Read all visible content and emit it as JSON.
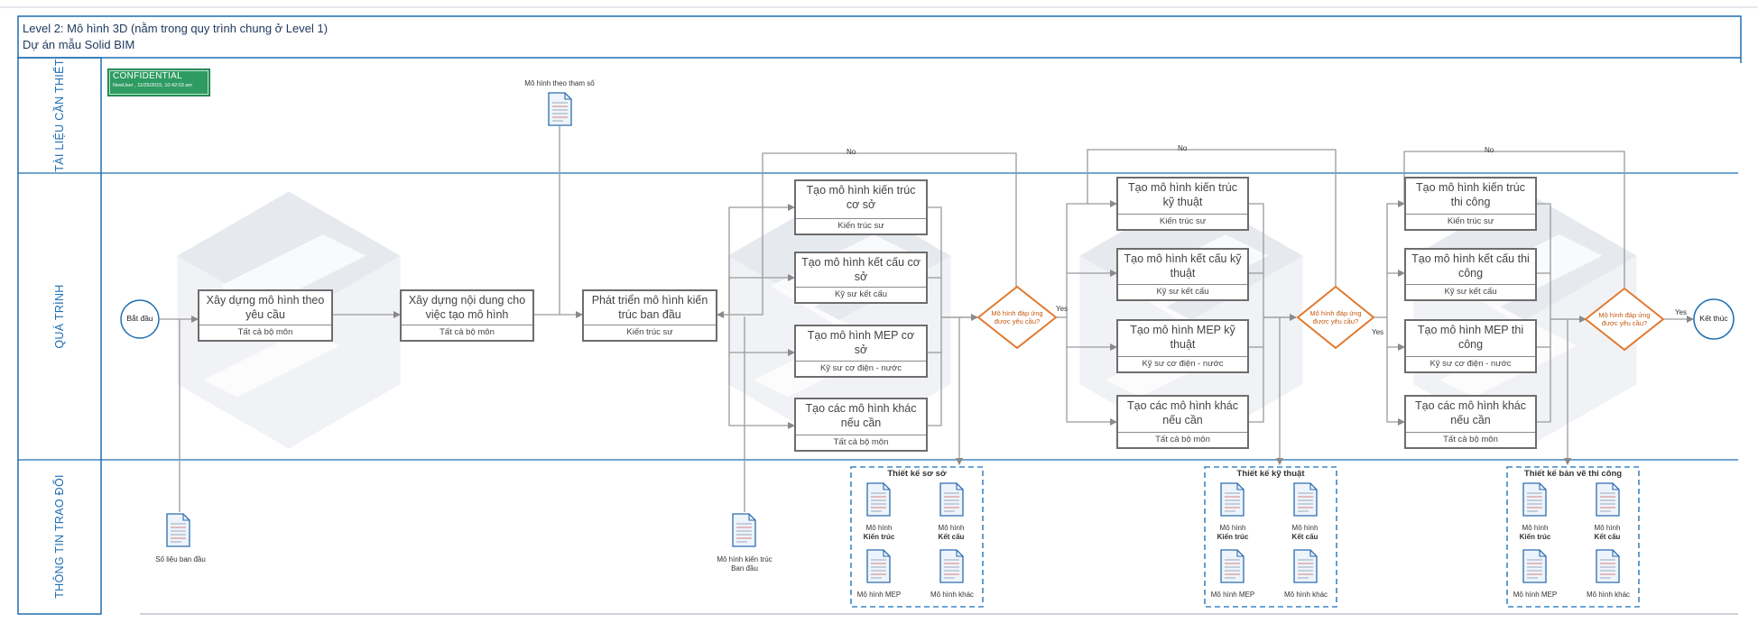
{
  "header": {
    "title_line1": "Level 2: Mô hình 3D (nằm trong quy trình chung ở Level 1)",
    "title_line2": "Dự án mẫu Solid BIM"
  },
  "lanes": {
    "documents": "TÀI LIỆU CẦN THIẾT",
    "process": "QUÁ TRÌNH",
    "exchange": "THÔNG TIN TRAO ĐỔI"
  },
  "stamp": {
    "label": "CONFIDENTIAL",
    "detail": "NewUser , 11/25/2015, 10:42:03 am"
  },
  "start": "Bắt đầu",
  "end": "Kết thúc",
  "param_doc": "Mô hình theo tham số",
  "initial_data_doc": "Số liệu ban đầu",
  "initial_model_doc": {
    "line1": "Mô hình kiến trúc",
    "line2": "Ban đầu"
  },
  "tasks": {
    "t1": {
      "title": "Xây dựng mô hình theo yêu cầu",
      "role": "Tất cả bộ môn"
    },
    "t2": {
      "title": "Xây dựng nội dung cho việc tạo mô hình",
      "role": "Tất cả bộ môn"
    },
    "t3": {
      "title": "Phát triển mô hình kiến trúc ban đầu",
      "role": "Kiến trúc sư"
    }
  },
  "phase1": [
    {
      "title": "Tạo mô hình kiến trúc cơ sở",
      "role": "Kiến trúc sư"
    },
    {
      "title": "Tạo mô hình kết cấu cơ sở",
      "role": "Kỹ sư kết cấu"
    },
    {
      "title": "Tạo mô hình MEP cơ sở",
      "role": "Kỹ sư cơ điện - nước"
    },
    {
      "title": "Tạo các mô hình khác nếu cần",
      "role": "Tất cả bộ môn"
    }
  ],
  "phase2": [
    {
      "title": "Tạo mô hình kiến trúc kỹ thuật",
      "role": "Kiến trúc sư"
    },
    {
      "title": "Tạo mô hình kết cấu kỹ thuật",
      "role": "Kỹ sư kết cấu"
    },
    {
      "title": "Tạo mô hình MEP kỹ thuật",
      "role": "Kỹ sư cơ điện - nước"
    },
    {
      "title": "Tạo các mô hình khác nếu cần",
      "role": "Tất cả bộ môn"
    }
  ],
  "phase3": [
    {
      "title": "Tạo mô hình kiến trúc thi công",
      "role": "Kiến trúc sư"
    },
    {
      "title": "Tạo mô hình kết cấu thi công",
      "role": "Kỹ sư kết cấu"
    },
    {
      "title": "Tạo mô hình MEP thi công",
      "role": "Kỹ sư cơ điện - nước"
    },
    {
      "title": "Tạo các mô hình khác nếu cần",
      "role": "Tất cả bộ môn"
    }
  ],
  "decisions": {
    "d1": {
      "line1": "Mô hình đáp ứng",
      "line2": "được yêu cầu?"
    },
    "d2": {
      "line1": "Mô hình đáp ứng",
      "line2": "được yêu cầu?"
    },
    "d3": {
      "line1": "Mô hình đáp ứng",
      "line2": "được yêu cầu?"
    }
  },
  "flow_labels": {
    "no": "No",
    "yes": "Yes"
  },
  "groups": [
    {
      "title": "Thiết kế sơ sở",
      "docs": [
        {
          "line1": "Mô hình",
          "line2": "Kiến trúc"
        },
        {
          "line1": "Mô hình",
          "line2": "Kết cấu"
        },
        {
          "line1": "Mô hình MEP",
          "line2": ""
        },
        {
          "line1": "Mô hình khác",
          "line2": ""
        }
      ]
    },
    {
      "title": "Thiết kế kỹ thuật",
      "docs": [
        {
          "line1": "Mô hình",
          "line2": "Kiến trúc"
        },
        {
          "line1": "Mô hình",
          "line2": "Kết cấu"
        },
        {
          "line1": "Mô hình MEP",
          "line2": ""
        },
        {
          "line1": "Mô hình khác",
          "line2": ""
        }
      ]
    },
    {
      "title": "Thiết kế bản vẽ thi công",
      "docs": [
        {
          "line1": "Mô hình",
          "line2": "Kiến trúc"
        },
        {
          "line1": "Mô hình",
          "line2": "Kết cấu"
        },
        {
          "line1": "Mô hình MEP",
          "line2": ""
        },
        {
          "line1": "Mô hình khác",
          "line2": ""
        }
      ]
    }
  ],
  "colors": {
    "lane_border": "#1f6fb2",
    "decision": "#e07a2f",
    "group_border": "#3b86c8",
    "stamp": "#2e9b62",
    "connector": "#9a9a9a"
  }
}
